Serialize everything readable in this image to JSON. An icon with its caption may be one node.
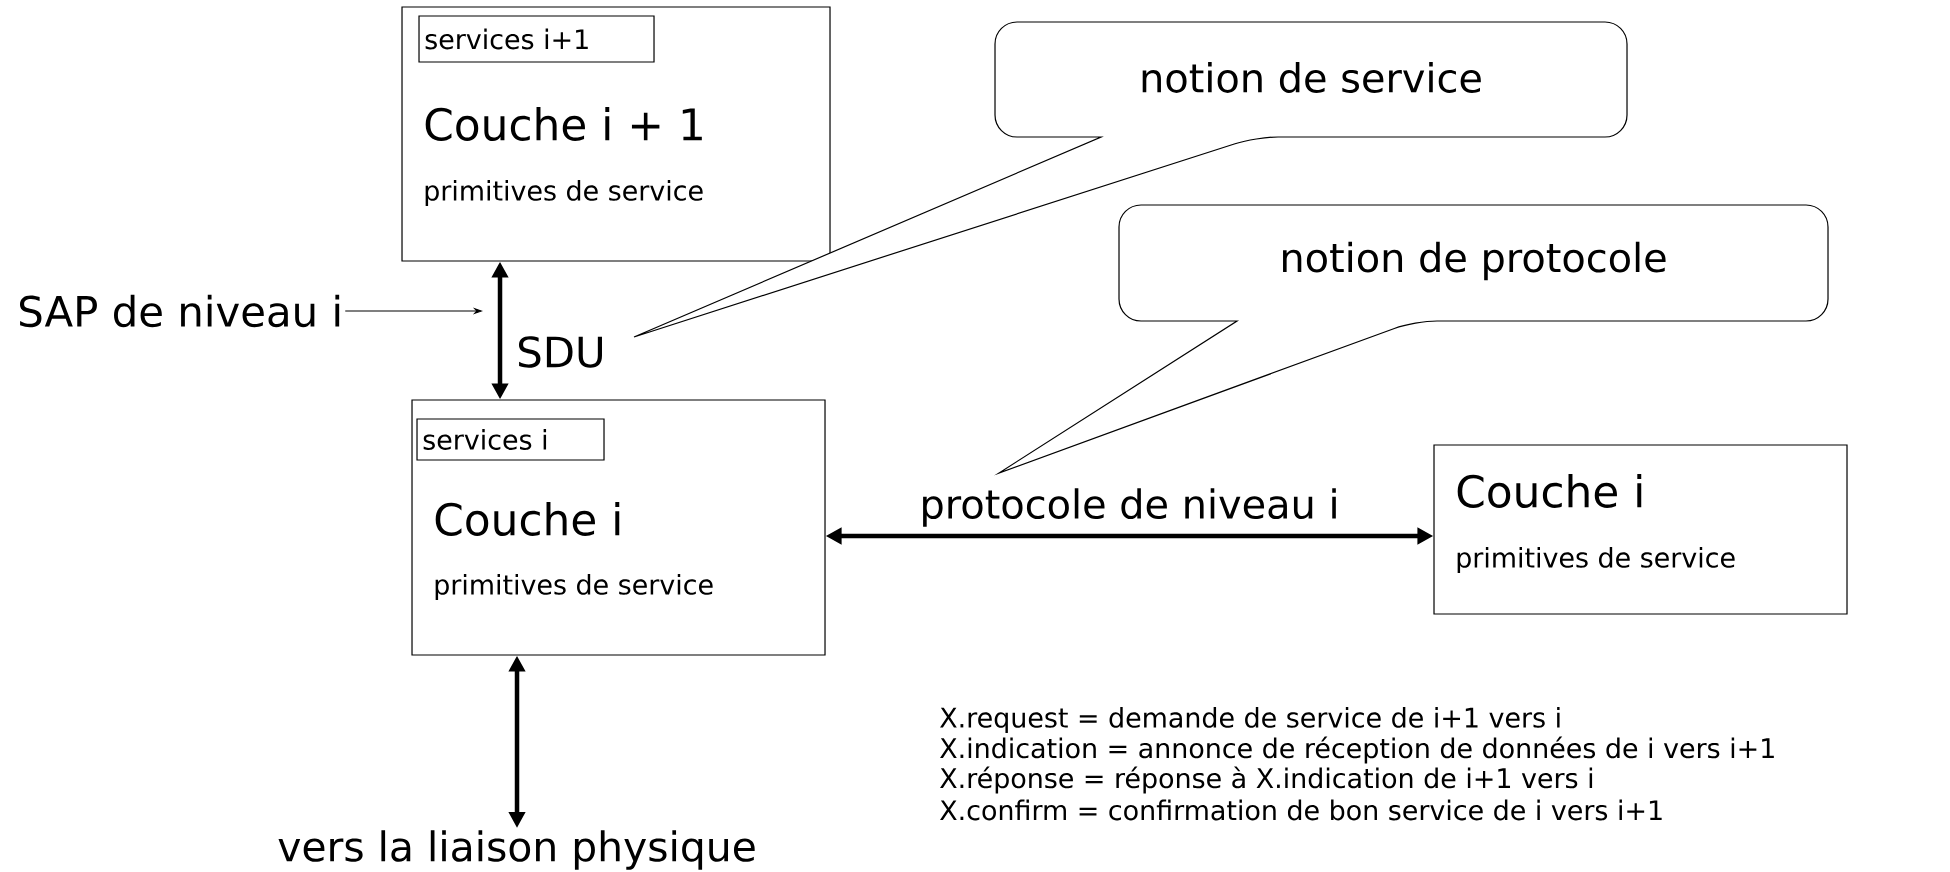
{
  "diagram": {
    "nodes": [
      {
        "text": [
          "Couche i + 1",
          "primitives de service"
        ]
      },
      {
        "text": [
          "services i+1"
        ],
        "in": 0
      },
      {
        "text": [
          "Couche i",
          "primitives de service"
        ]
      },
      {
        "text": [
          "services i"
        ],
        "in": 2
      },
      {
        "text": [
          "Couche i",
          "primitives de service"
        ]
      },
      {
        "text": [
          "notion de service"
        ]
      },
      {
        "text": [
          "notion de protocole"
        ]
      },
      {
        "text": [
          "SAP de niveau i"
        ]
      },
      {
        "text": [
          "SDU"
        ]
      },
      {
        "text": [
          "vers la liaison physique"
        ]
      }
    ],
    "edges": [
      {
        "from": 0,
        "to": 2,
        "arrow": "both"
      },
      {
        "from": 7,
        "to": null,
        "arrow": "to"
      },
      {
        "from": 2,
        "to": 4,
        "arrow": "both",
        "label": "protocole de niveau i"
      },
      {
        "from": 2,
        "to": 9,
        "arrow": "both"
      }
    ],
    "labels": [
      "X.request = demande de service de i+1 vers i",
      "X.indication = annonce de réception de données de i vers i+1",
      "X.réponse = réponse à X.indication de i+1 vers i",
      "X.confirm = confirmation de bon service de i vers i+1"
    ]
  }
}
